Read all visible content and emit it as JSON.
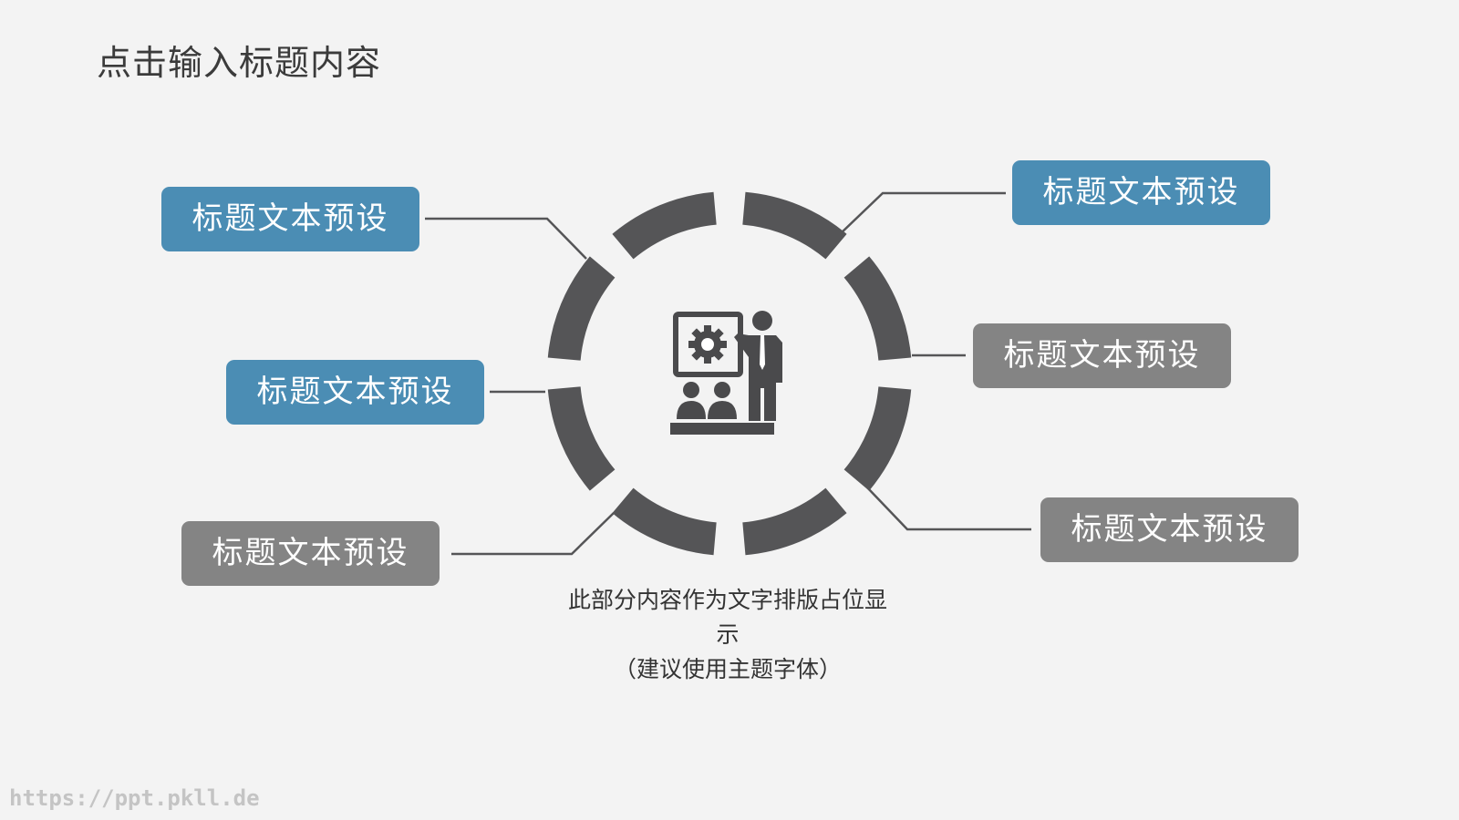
{
  "title": "点击输入标题内容",
  "labels": {
    "top_left": "标题文本预设",
    "middle_left": "标题文本预设",
    "bottom_left": "标题文本预设",
    "top_right": "标题文本预设",
    "middle_right": "标题文本预设",
    "bottom_right": "标题文本预设"
  },
  "caption": {
    "line1": "此部分内容作为文字排版占位显",
    "line2": "示",
    "line3": "（建议使用主题字体）"
  },
  "watermark": "https://ppt.pkll.de",
  "center_icon": "presenter-with-gear-board-icon",
  "colors": {
    "blue_box": "#4b8db4",
    "gray_box": "#848484",
    "ring": "#555557",
    "background": "#f3f3f3"
  }
}
